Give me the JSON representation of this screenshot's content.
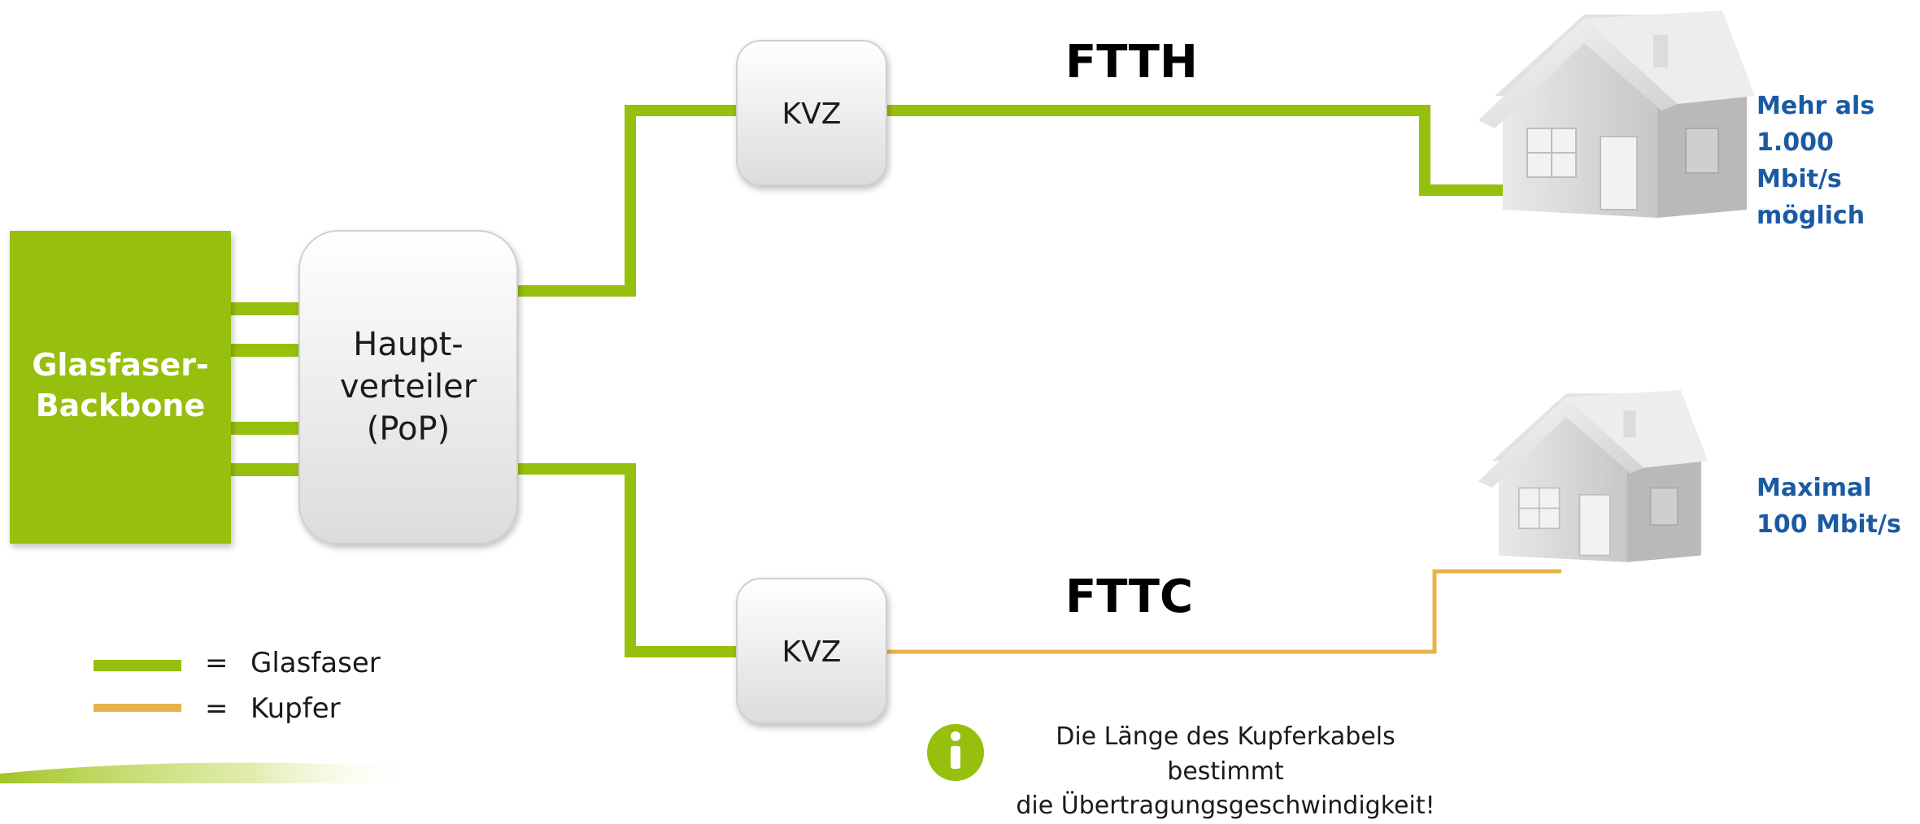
{
  "colors": {
    "fiber": "#97bf0d",
    "copper": "#e8b24a",
    "speed_text": "#1a5aa3",
    "backbone_fill": "#97bf0d"
  },
  "backbone": {
    "label_line1": "Glasfaser-",
    "label_line2": "Backbone"
  },
  "pop": {
    "line1": "Haupt-",
    "line2": "verteiler",
    "line3": "(PoP)"
  },
  "kvz_top": {
    "label": "KVZ"
  },
  "kvz_bottom": {
    "label": "KVZ"
  },
  "ftth": {
    "heading": "FTTH",
    "speed_line1": "Mehr als",
    "speed_line2": "1.000 Mbit/s",
    "speed_line3": "möglich"
  },
  "fttc": {
    "heading": "FTTC",
    "speed_line1": "Maximal",
    "speed_line2": "100 Mbit/s"
  },
  "legend": {
    "sep1": "=",
    "fiber_label": "Glasfaser",
    "sep2": "=",
    "copper_label": "Kupfer"
  },
  "note": {
    "icon": "info-icon",
    "line1": "Die Länge des Kupferkabels bestimmt",
    "line2": "die Übertragungsgeschwindigkeit!"
  }
}
